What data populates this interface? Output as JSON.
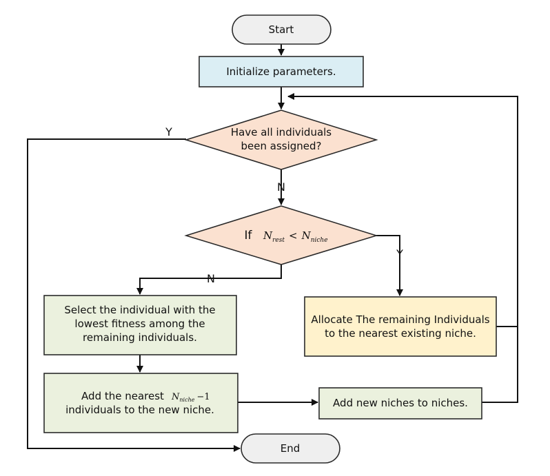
{
  "nodes": {
    "start": "Start",
    "init": "Initialize parameters.",
    "assigned_q": {
      "line1": "Have all individuals",
      "line2": "been assigned?"
    },
    "niche_q": {
      "prefix": "If",
      "n": "N",
      "rest_sub": "rest",
      "lt": "<",
      "niche_sub": "niche"
    },
    "select": {
      "line1": "Select the individual with the",
      "line2": "lowest fitness among the",
      "line3": "remaining individuals."
    },
    "add_nearest": {
      "pre": "Add the nearest",
      "n": "N",
      "sub": "niche",
      "post": "−1",
      "line2": "individuals to the new niche."
    },
    "add_new": "Add new niches to niches.",
    "allocate": {
      "line1": "Allocate The remaining Individuals",
      "line2": "to the nearest existing niche."
    },
    "end": "End"
  },
  "edge_labels": {
    "yes": "Y",
    "no": "N"
  },
  "colors": {
    "terminal": "#efefef",
    "process_blue": "#dbeef4",
    "decision": "#fbe1d0",
    "process_green": "#ebf1de",
    "process_yellow": "#fff2cc"
  }
}
